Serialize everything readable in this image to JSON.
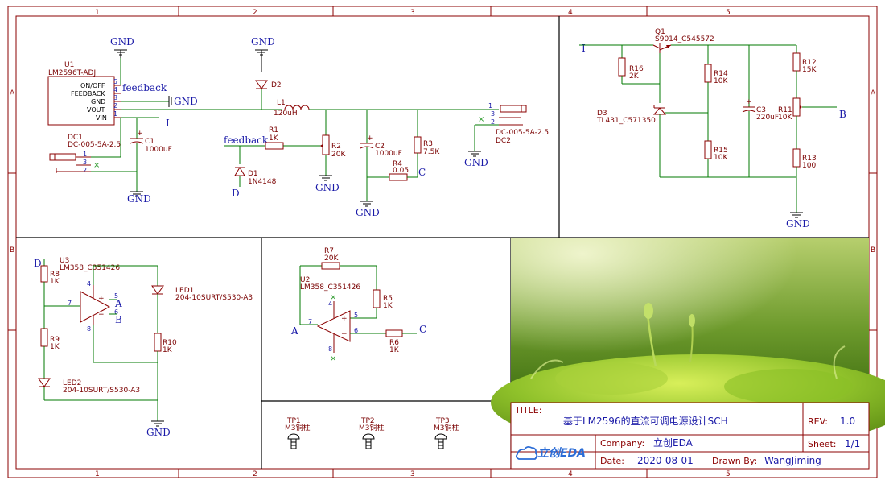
{
  "border": {
    "cols": [
      "1",
      "2",
      "3",
      "4",
      "5"
    ],
    "rows": [
      "A",
      "B"
    ]
  },
  "nets": {
    "gnd": "GND",
    "feedback": "feedback",
    "I": "I",
    "A": "A",
    "B": "B",
    "C": "C",
    "D": "D"
  },
  "components": {
    "u1": {
      "ref": "U1",
      "val": "LM2596T-ADJ",
      "pins": [
        "ON/OFF",
        "FEEDBACK",
        "GND",
        "VOUT",
        "VIN"
      ],
      "nums": [
        "5",
        "4",
        "3",
        "2",
        "1"
      ]
    },
    "dc1": {
      "ref": "DC1",
      "val": "DC-005-5A-2.5",
      "pins": [
        "1",
        "3",
        "2"
      ]
    },
    "c1": {
      "ref": "C1",
      "val": "1000uF"
    },
    "d2": {
      "ref": "D2"
    },
    "l1": {
      "ref": "L1",
      "val": "120uH"
    },
    "r1": {
      "ref": "R1",
      "val": "1K"
    },
    "d1": {
      "ref": "D1",
      "val": "1N4148"
    },
    "r2": {
      "ref": "R2",
      "val": "20K"
    },
    "c2": {
      "ref": "C2",
      "val": "1000uF"
    },
    "r4": {
      "ref": "R4",
      "val": "0.05"
    },
    "r3": {
      "ref": "R3",
      "val": "7.5K"
    },
    "dc2": {
      "ref": "DC2",
      "val": "DC-005-5A-2.5",
      "pins": [
        "1",
        "3",
        "2"
      ]
    },
    "q1": {
      "ref": "Q1",
      "val": "S9014_C545572"
    },
    "r16": {
      "ref": "R16",
      "val": "2K"
    },
    "d3": {
      "ref": "D3",
      "val": "TL431_C571350"
    },
    "r14": {
      "ref": "R14",
      "val": "10K"
    },
    "r15": {
      "ref": "R15",
      "val": "10K"
    },
    "c3": {
      "ref": "C3",
      "val": "220uF"
    },
    "r12": {
      "ref": "R12",
      "val": "15K"
    },
    "r11": {
      "ref": "R11",
      "val": "10K"
    },
    "r13": {
      "ref": "R13",
      "val": "100"
    },
    "u3": {
      "ref": "U3",
      "val": "LM358_C351426"
    },
    "r8": {
      "ref": "R8",
      "val": "1K"
    },
    "r9": {
      "ref": "R9",
      "val": "1K"
    },
    "led1": {
      "ref": "LED1",
      "val": "204-10SURT/S530-A3"
    },
    "led2": {
      "ref": "LED2",
      "val": "204-10SURT/S530-A3"
    },
    "r10": {
      "ref": "R10",
      "val": "1K"
    },
    "r7": {
      "ref": "R7",
      "val": "20K"
    },
    "u2": {
      "ref": "U2",
      "val": "LM358_C351426"
    },
    "r5": {
      "ref": "R5",
      "val": "1K"
    },
    "r6": {
      "ref": "R6",
      "val": "1K"
    },
    "tp1": {
      "ref": "TP1",
      "val": "M3铜柱"
    },
    "tp2": {
      "ref": "TP2",
      "val": "M3铜柱"
    },
    "tp3": {
      "ref": "TP3",
      "val": "M3铜柱"
    }
  },
  "opamp_pins": {
    "p4": "4",
    "p8": "8",
    "p5": "5",
    "p6": "6",
    "p7": "7"
  },
  "title_block": {
    "title_label": "TITLE:",
    "title": "基于LM2596的直流可调电源设计SCH",
    "rev_label": "REV:",
    "rev": "1.0",
    "company_label": "Company:",
    "company": "立创EDA",
    "sheet_label": "Sheet:",
    "sheet": "1/1",
    "date_label": "Date:",
    "date": "2020-08-01",
    "drawn_label": "Drawn By:",
    "drawn": "WangJiming",
    "logo_text": "立创EDA"
  },
  "colors": {
    "wire": "#007a00",
    "part": "#8b0000",
    "net_label": "#1a1aa8",
    "frame": "#8b0000"
  }
}
